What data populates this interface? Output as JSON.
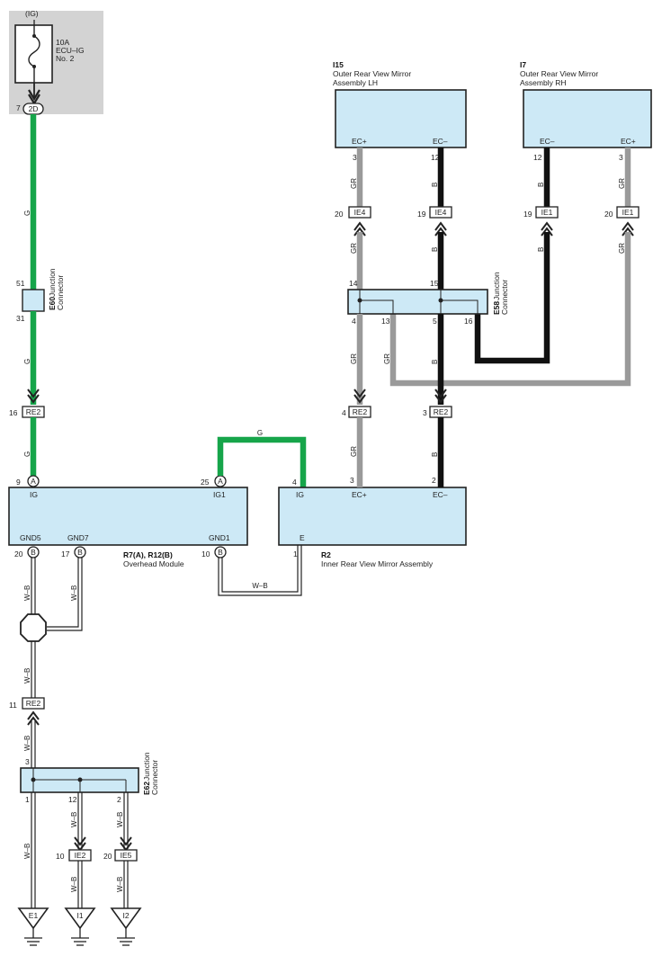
{
  "power": {
    "source": "(IG)",
    "fuse_amp": "10A",
    "fuse_name1": "ECU–IG",
    "fuse_name2": "No. 2",
    "pin": "7",
    "conn": "2D"
  },
  "wire_colors": {
    "G": "#16a54a",
    "B": "#111111",
    "GR": "#9a9a9a",
    "WB": "#ffffff"
  },
  "wire_labels": {
    "g": "G",
    "b": "B",
    "gr": "GR",
    "wb": "W–B"
  },
  "e60": {
    "id": "E60",
    "desc1": "Junction",
    "desc2": "Connector",
    "pin_top": "51",
    "pin_bot": "31"
  },
  "e58": {
    "id": "E58",
    "desc1": "Junction",
    "desc2": "Connector",
    "pins_top": [
      "14",
      "15"
    ],
    "pins_bot": [
      "4",
      "13",
      "5",
      "16"
    ]
  },
  "e62": {
    "id": "E62",
    "desc1": "Junction",
    "desc2": "Connector",
    "pin_top": "3",
    "pins_bot": [
      "1",
      "12",
      "2"
    ]
  },
  "i15": {
    "id": "I15",
    "name1": "Outer Rear View Mirror",
    "name2": "Assembly LH",
    "t1": "EC+",
    "t2": "EC–",
    "p1": "3",
    "p2": "12"
  },
  "i7": {
    "id": "I7",
    "name1": "Outer Rear View Mirror",
    "name2": "Assembly RH",
    "t1": "EC–",
    "t2": "EC+",
    "p1": "12",
    "p2": "3"
  },
  "connectors": {
    "ie4a": {
      "pin": "20",
      "name": "IE4"
    },
    "ie4b": {
      "pin": "19",
      "name": "IE4"
    },
    "ie1a": {
      "pin": "19",
      "name": "IE1"
    },
    "ie1b": {
      "pin": "20",
      "name": "IE1"
    },
    "re2a": {
      "pin": "16",
      "name": "RE2"
    },
    "re2b": {
      "pin": "4",
      "name": "RE2"
    },
    "re2c": {
      "pin": "3",
      "name": "RE2"
    },
    "re2d": {
      "pin": "11",
      "name": "RE2"
    },
    "ie2": {
      "pin": "10",
      "name": "IE2"
    },
    "ie5": {
      "pin": "20",
      "name": "IE5"
    }
  },
  "r7": {
    "id": "R7(A), R12(B)",
    "name": "Overhead Module",
    "ig": "IG",
    "ig1": "IG1",
    "gnd5": "GND5",
    "gnd7": "GND7",
    "gnd1": "GND1",
    "p_ig": "9",
    "p_ig1": "25",
    "p_gnd5": "20",
    "p_gnd7": "17",
    "p_gnd1": "10",
    "ca": "A",
    "cb": "B"
  },
  "r2": {
    "id": "R2",
    "name": "Inner Rear View Mirror Assembly",
    "ig": "IG",
    "ecp": "EC+",
    "ecm": "EC–",
    "e": "E",
    "p_ig": "4",
    "p_ecp": "3",
    "p_ecm": "2",
    "p_e": "1"
  },
  "grounds": {
    "e1": "E1",
    "i1": "I1",
    "i2": "I2"
  }
}
